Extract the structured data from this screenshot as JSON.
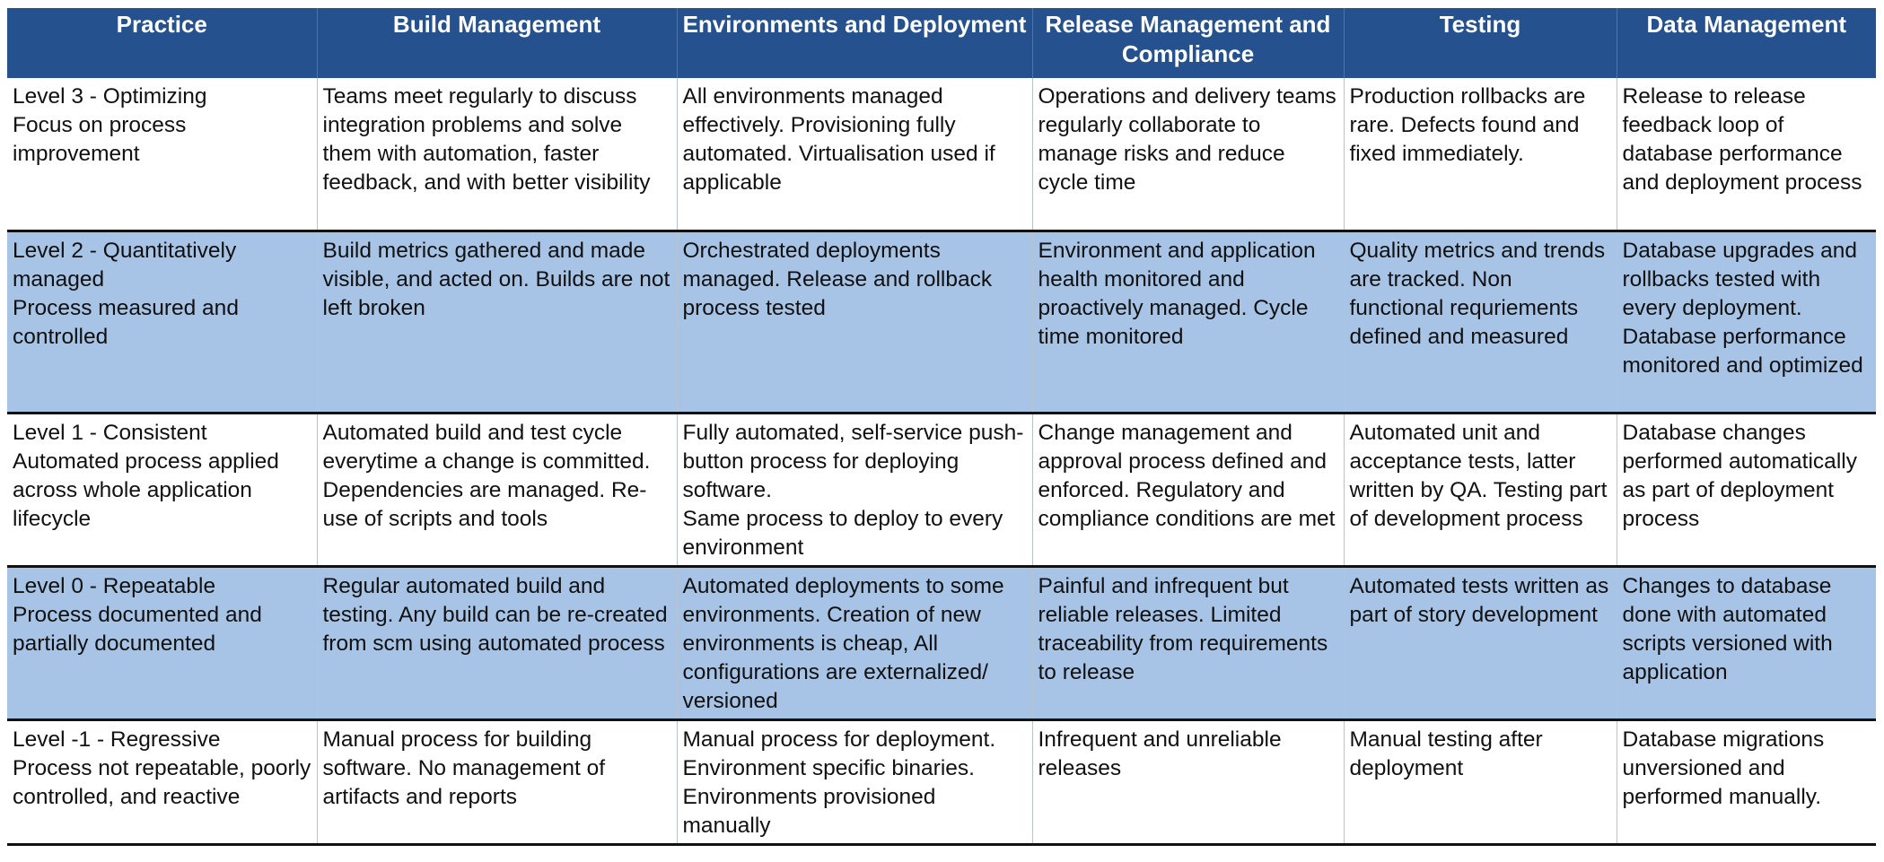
{
  "header": {
    "practice": "Practice",
    "build": "Build Management",
    "environments": "Environments and Deployment",
    "release": "Release Management and Compliance",
    "testing": "Testing",
    "data": "Data Management"
  },
  "rows": [
    {
      "practice": "Level 3 - Optimizing\nFocus on process improvement",
      "build": "Teams meet regularly to discuss integration problems and solve them with automation, faster feedback, and with better visibility",
      "environments": "All environments managed effectively. Provisioning fully automated. Virtualisation used if applicable",
      "release": "Operations and delivery teams regularly collaborate to manage risks and reduce cycle time",
      "testing": "Production rollbacks are rare. Defects found and fixed immediately.",
      "data": "Release to release feedback loop of database performance and deployment process"
    },
    {
      "practice": "Level 2 - Quantitatively managed\nProcess measured and controlled",
      "build": "Build metrics gathered and made visible, and acted on. Builds are not left broken",
      "environments": "Orchestrated deployments managed. Release and rollback process tested",
      "release": "Environment and application health monitored and proactively managed. Cycle time monitored",
      "testing": "Quality metrics and trends are tracked. Non functional requriements defined and measured",
      "data": "Database upgrades and rollbacks tested with every deployment. Database performance monitored and optimized"
    },
    {
      "practice": "Level 1 - Consistent\nAutomated process applied across whole application lifecycle",
      "build": "Automated build and test cycle everytime a change is committed. Dependencies are managed. Re-use of scripts and tools",
      "environments": "Fully automated, self-service push-button process for deploying software.\nSame process to deploy to every environment",
      "release": "Change management and approval process defined and enforced. Regulatory and compliance conditions are met",
      "testing": "Automated unit and acceptance tests, latter written by QA. Testing part of development process",
      "data": "Database changes performed automatically as part of deployment process"
    },
    {
      "practice": "Level 0 - Repeatable\nProcess documented and partially documented",
      "build": "Regular automated build and testing. Any build can be re-created from scm using automated process",
      "environments": "Automated deployments to some environments. Creation of new environments is cheap, All configurations are externalized/ versioned",
      "release": "Painful and infrequent but reliable releases. Limited traceability from requirements to release",
      "testing": "Automated tests written as part of story development",
      "data": "Changes to database done with automated scripts versioned with application"
    },
    {
      "practice": "Level -1 - Regressive\nProcess not repeatable, poorly controlled, and reactive",
      "build": "Manual process for building software. No management of artifacts and reports",
      "environments": "Manual process for deployment. Environment specific binaries. Environments provisioned manually",
      "release": "Infrequent and unreliable releases",
      "testing": "Manual testing after deployment",
      "data": "Database migrations unversioned and performed manually."
    }
  ]
}
